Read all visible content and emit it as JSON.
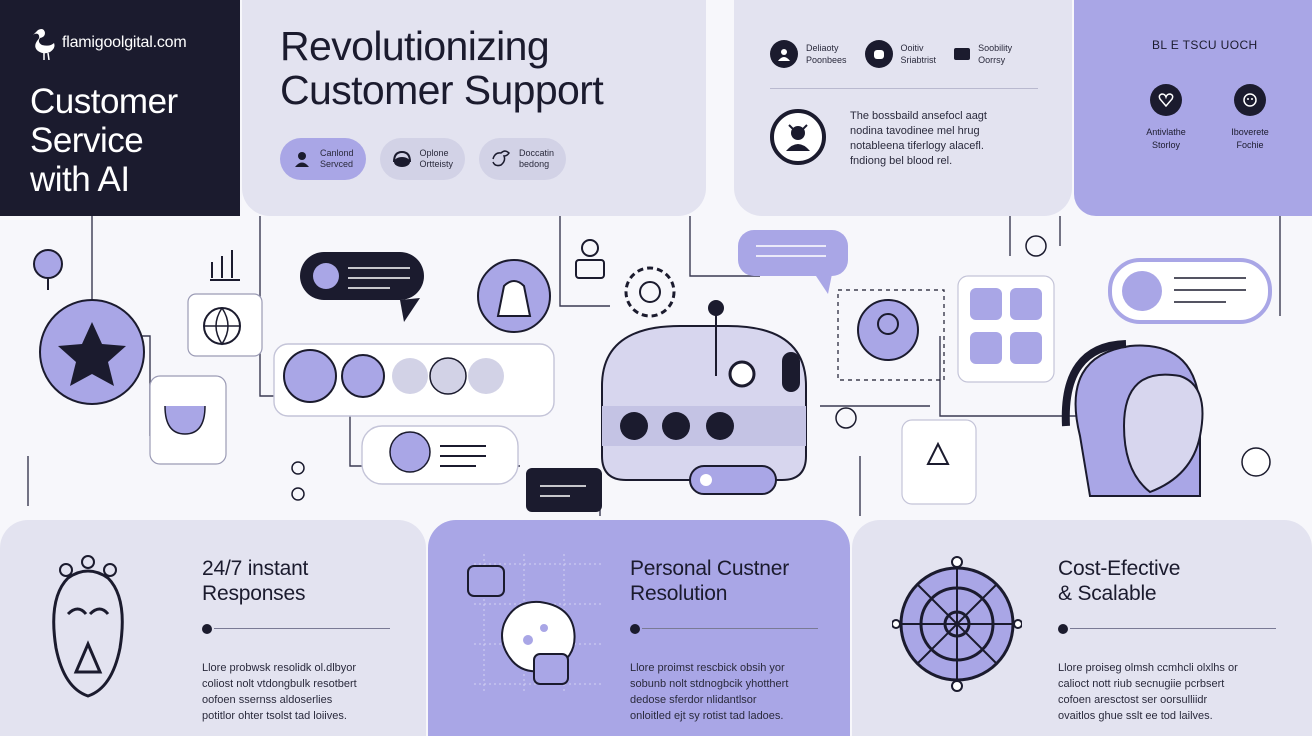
{
  "brand": {
    "domain": "flamigoolgital.com",
    "hero_lines": [
      "Customer",
      "Service",
      "with AI"
    ]
  },
  "headline": {
    "title_lines": [
      "Revolutionizing",
      "Customer Support"
    ],
    "chips": [
      {
        "lines": [
          "Canlond",
          "Servced"
        ]
      },
      {
        "lines": [
          "Oplone",
          "Ortteisty"
        ]
      },
      {
        "lines": [
          "Doccatin",
          "bedong"
        ]
      }
    ]
  },
  "info": {
    "icons": [
      {
        "lines": [
          "Deliaoty",
          "Poonbees"
        ]
      },
      {
        "lines": [
          "Ooitiv",
          "Sriabtrist"
        ]
      },
      {
        "lines": [
          "Soobility",
          "Oorrsy"
        ]
      }
    ],
    "paragraph_lines": [
      "The bossbaild ansefocl aagt",
      "nodina tavodinee mel hrug",
      "notableena tiferlogy alacefl.",
      "fndiong bel blood rel."
    ]
  },
  "badges": {
    "heading": "BL E TSCU UOCH",
    "items": [
      {
        "lines": [
          "Antivlathe",
          "Storloy"
        ]
      },
      {
        "lines": [
          "Iboverete",
          "Fochie"
        ]
      }
    ]
  },
  "cards": [
    {
      "title_lines": [
        "24/7 instant",
        "Responses"
      ],
      "body_lines": [
        "Llore probwsk resolidk ol.dlbyor",
        "coliost nolt vtdongbulk resotbert",
        "oofoen ssernss aldoserlies",
        "potitlor ohter tsolst tad loiives."
      ]
    },
    {
      "title_lines": [
        "Personal Custner",
        "Resolution"
      ],
      "body_lines": [
        "Llore proimst rescbick obsih yor",
        "sobunb nolt stdnogbcik yhotthert",
        "dedose sferdor nlidantlsor",
        "onloitled ejt sy rotist tad ladoes."
      ]
    },
    {
      "title_lines": [
        "Cost-Efective",
        "& Scalable"
      ],
      "body_lines": [
        "Llore proiseg olmsh ccmhcli olxlhs or",
        "calioct nott riub secnugiie pcrbsert",
        "cofoen aresctost ser oorsulliidr",
        "ovaitlos ghue sslt ee tod lailves."
      ]
    }
  ],
  "colors": {
    "dark": "#1b1b2e",
    "lavender": "#a9a6e6",
    "soft": "#e3e3f0",
    "light": "#d2d2e6"
  }
}
